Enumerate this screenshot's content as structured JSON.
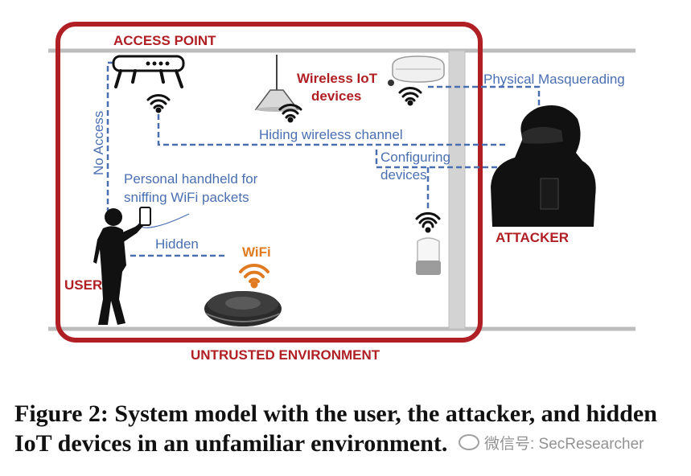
{
  "labels": {
    "access_point": "ACCESS POINT",
    "wireless_iot_line1": "Wireless IoT",
    "wireless_iot_line2": "devices",
    "physical_masquerading": "Physical Masquerading",
    "hiding_wireless_channel": "Hiding wireless channel",
    "configuring_line1": "Configuring",
    "configuring_line2": "devices",
    "no_access": "No Access",
    "personal_line1": "Personal handheld for",
    "personal_line2": "sniffing WiFi packets",
    "hidden": "Hidden",
    "wifi": "WiFi",
    "user": "USER",
    "attacker": "ATTACKER",
    "untrusted_environment": "UNTRUSTED ENVIRONMENT"
  },
  "caption": "Figure 2: System model with the user, the attacker, and hidden IoT devices in an unfamiliar environment.",
  "watermark": "微信号: SecResearcher",
  "colors": {
    "frame_red": "#b01f24",
    "label_red": "#b01f24",
    "line_blue": "#4a6fb1",
    "wall_gray": "#c8c8c8",
    "figure_black": "#111111"
  },
  "icons": [
    "router-icon",
    "ceiling-lamp-icon",
    "smoke-detector-icon",
    "smart-speaker-icon",
    "robot-vacuum-icon",
    "smartphone-icon",
    "user-figure-icon",
    "hooded-attacker-icon",
    "wifi-signal-icon"
  ]
}
